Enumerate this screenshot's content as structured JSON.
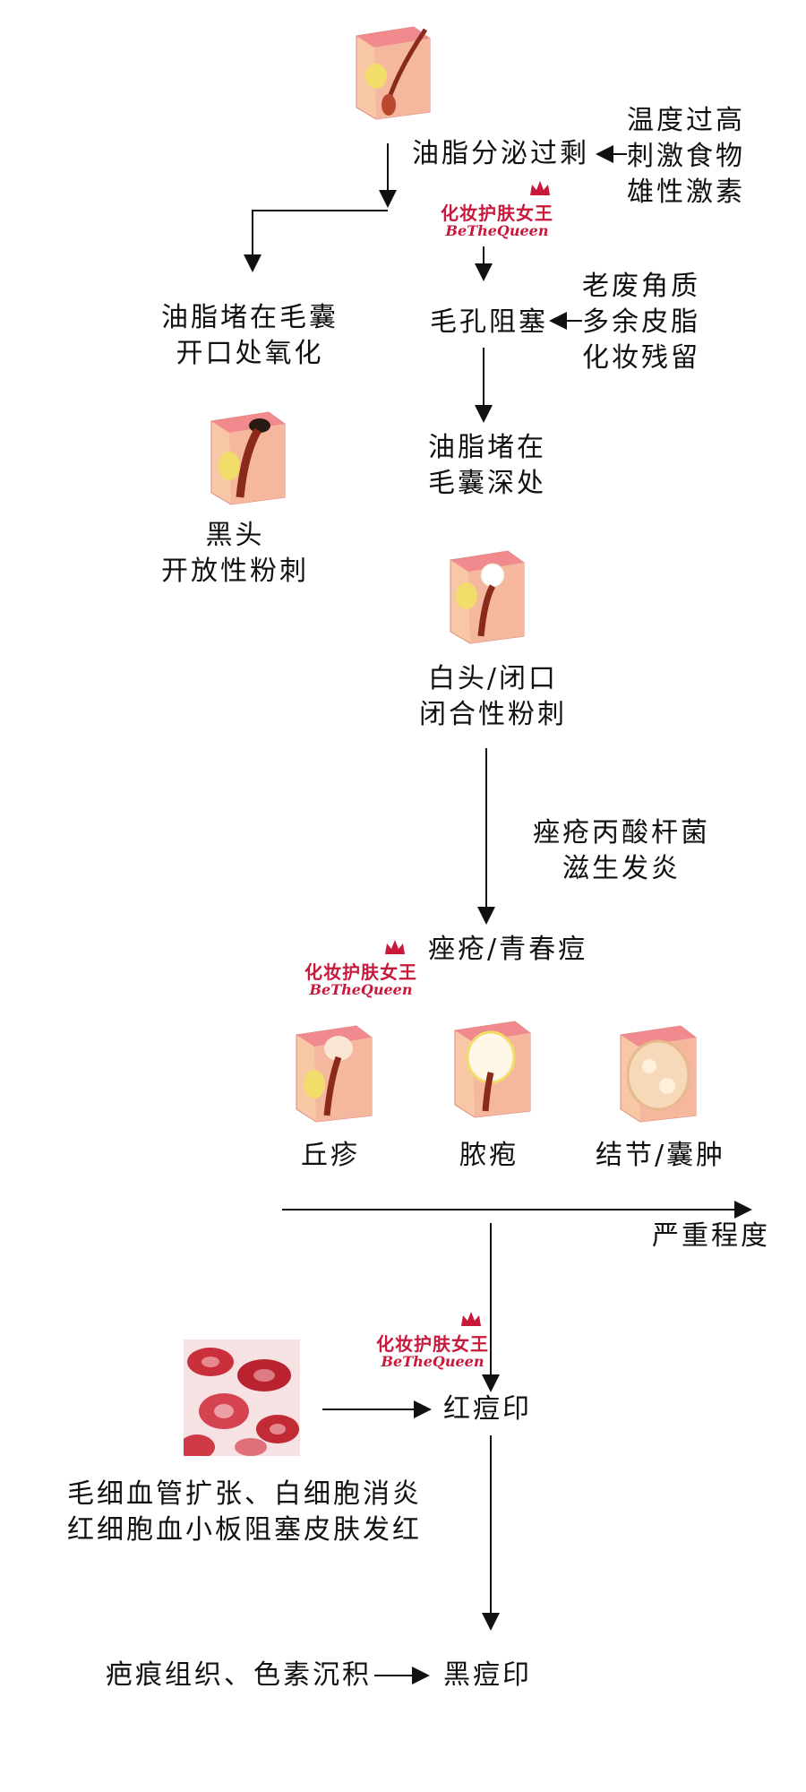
{
  "nodes": {
    "oil": "油脂分泌过剩",
    "triggers": [
      "温度过高",
      "刺激食物",
      "雄性激素"
    ],
    "oxidize": [
      "油脂堵在毛囊",
      "开口处氧化"
    ],
    "pore": "毛孔阻塞",
    "pore_causes": [
      "老废角质",
      "多余皮脂",
      "化妆残留"
    ],
    "deep": [
      "油脂堵在",
      "毛囊深处"
    ],
    "blackhead": [
      "黑头",
      "开放性粉刺"
    ],
    "whitehead": [
      "白头/闭口",
      "闭合性粉刺"
    ],
    "bacteria": [
      "痤疮丙酸杆菌",
      "滋生发炎"
    ],
    "acne": "痤疮/青春痘",
    "stages": [
      "丘疹",
      "脓疱",
      "结节/囊肿"
    ],
    "severity": "严重程度",
    "red_mark": "红痘印",
    "red_cause": [
      "毛细血管扩张、白细胞消炎",
      "红细胞血小板阻塞皮肤发红"
    ],
    "dark_cause": "疤痕组织、色素沉积",
    "dark_mark": "黑痘印"
  },
  "watermark": {
    "cn": "化妆护肤女王",
    "en": "BeTheQueen"
  },
  "colors": {
    "skin": "#f7c7a6",
    "skin_top": "#f08a8e",
    "fat": "#f3dd6a",
    "accent": "#c8193c",
    "line": "#111111"
  }
}
